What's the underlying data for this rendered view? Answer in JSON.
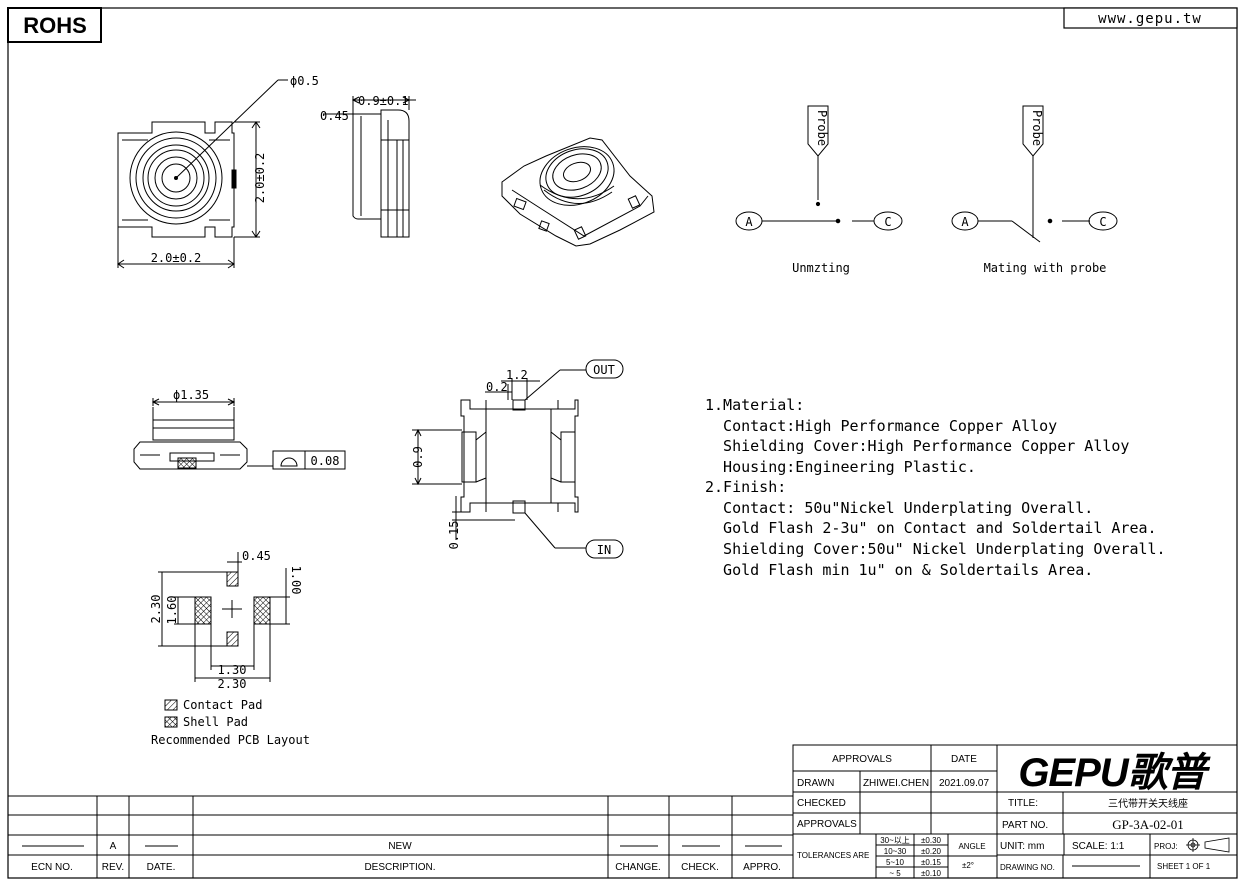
{
  "header": {
    "rohs": "ROHS",
    "website": "www.gepu.tw"
  },
  "dims": {
    "hole_dia": "ϕ0.5",
    "side_w": "0.9±0.1",
    "side_h": "0.45",
    "height": "2.0±0.2",
    "width": "2.0±0.2",
    "dia_135": "ϕ1.35",
    "flat": "0.08",
    "w_12": "1.2",
    "w_02": "0.2",
    "h_09": "0.9",
    "h_015": "0.15",
    "out": "OUT",
    "in": "IN",
    "pcb_045": "0.45",
    "pcb_100": "1.00",
    "pcb_230v": "2.30",
    "pcb_160": "1.60",
    "pcb_130": "1.30",
    "pcb_230h": "2.30"
  },
  "switch": {
    "probe": "Probe",
    "a": "A",
    "c": "C",
    "unmating": "Unmzting",
    "mating": "Mating with probe"
  },
  "legend": {
    "contact_pad": "Contact Pad",
    "shell_pad": "Shell Pad",
    "title": "Recommended PCB Layout"
  },
  "notes": [
    "1.Material:",
    "  Contact:High Performance Copper Alloy",
    "  Shielding Cover:High Performance Copper Alloy",
    "  Housing:Engineering Plastic.",
    "2.Finish:",
    "  Contact: 50u\"Nickel Underplating Overall.",
    "  Gold Flash 2-3u\" on Contact and Soldertail Area.",
    "  Shielding Cover:50u\" Nickel Underplating Overall.",
    "  Gold Flash min 1u\" on & Soldertails Area."
  ],
  "title_block": {
    "approvals_hdr": "APPROVALS",
    "date_hdr": "DATE",
    "drawn": "DRAWN",
    "drawn_by": "ZHIWEI.CHEN",
    "drawn_date": "2021.09.07",
    "logo": "GEPU歌普",
    "checked": "CHECKED",
    "title_lbl": "TITLE:",
    "title_val": "三代带开关天线座",
    "approvals": "APPROVALS",
    "part_no_lbl": "PART NO.",
    "part_no_val": "GP-3A-02-01",
    "tolerances": "TOLERANCES ARE",
    "tol_rows": [
      {
        "range": "30~以上",
        "tol": "±0.30"
      },
      {
        "range": "10~30",
        "tol": "±0.20"
      },
      {
        "range": "5~10",
        "tol": "±0.15"
      },
      {
        "range": "~ 5",
        "tol": "±0.10"
      }
    ],
    "angle": "ANGLE",
    "angle_tol": "±2°",
    "unit": "UNIT: mm",
    "scale": "SCALE: 1:1",
    "proj": "PROJ:",
    "drawing_no": "DRAWING NO.",
    "sheet": "SHEET 1 OF 1"
  },
  "revision": {
    "rev": "A",
    "description": "NEW",
    "ecn_no_hdr": "ECN NO.",
    "rev_hdr": "REV.",
    "date_hdr": "DATE.",
    "desc_hdr": "DESCRIPTION.",
    "change_hdr": "CHANGE.",
    "check_hdr": "CHECK.",
    "appro_hdr": "APPRO."
  }
}
